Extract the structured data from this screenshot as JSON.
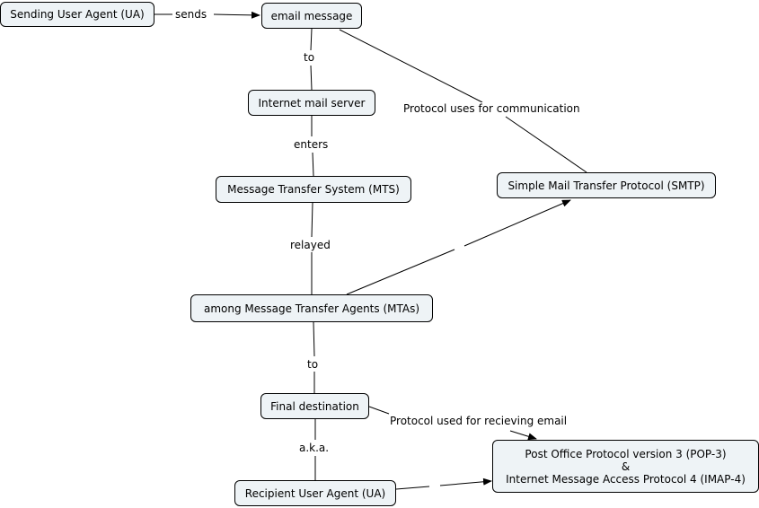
{
  "nodes": {
    "sending_ua": "Sending User Agent (UA)",
    "email_message": "email message",
    "internet_mail_server": "Internet mail server",
    "mts": "Message Transfer System (MTS)",
    "smtp": "Simple Mail Transfer Protocol (SMTP)",
    "mtas": "among Message Transfer Agents (MTAs)",
    "final_destination": "Final destination",
    "recipient_ua": "Recipient User Agent (UA)",
    "pop_line1": "Post Office Protocol version 3 (POP-3)",
    "pop_line2": "&",
    "pop_line3": "Internet Message Access Protocol 4 (IMAP-4)"
  },
  "links": {
    "sends": "sends",
    "to1": "to",
    "enters": "enters",
    "relayed": "relayed",
    "to2": "to",
    "aka": "a.k.a.",
    "protocol_comm": "Protocol uses for communication",
    "protocol_recv": "Protocol used for recieving email"
  }
}
